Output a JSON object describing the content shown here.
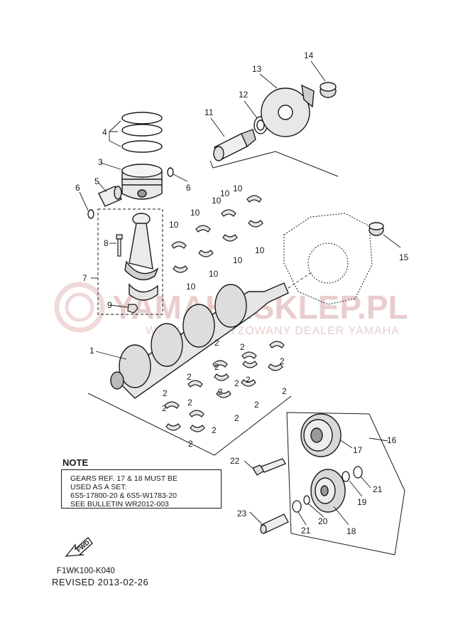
{
  "watermark": {
    "title": "YAMAHASKLEP.PL",
    "subtitle": "WWW. AUTORYZOWANY DEALER YAMAHA"
  },
  "callouts": [
    {
      "id": "c1",
      "label": "1"
    },
    {
      "id": "c2a",
      "label": "2"
    },
    {
      "id": "c2b",
      "label": "2"
    },
    {
      "id": "c2c",
      "label": "2"
    },
    {
      "id": "c2d",
      "label": "2"
    },
    {
      "id": "c2e",
      "label": "2"
    },
    {
      "id": "c2f",
      "label": "2"
    },
    {
      "id": "c2g",
      "label": "2"
    },
    {
      "id": "c2h",
      "label": "2"
    },
    {
      "id": "c2i",
      "label": "2"
    },
    {
      "id": "c2j",
      "label": "2"
    },
    {
      "id": "c2k",
      "label": "2"
    },
    {
      "id": "c2l",
      "label": "2"
    },
    {
      "id": "c2m",
      "label": "2"
    },
    {
      "id": "c2n",
      "label": "2"
    },
    {
      "id": "c2o",
      "label": "2"
    },
    {
      "id": "c2p",
      "label": "2"
    },
    {
      "id": "c3",
      "label": "3"
    },
    {
      "id": "c4",
      "label": "4"
    },
    {
      "id": "c5",
      "label": "5"
    },
    {
      "id": "c6a",
      "label": "6"
    },
    {
      "id": "c6b",
      "label": "6"
    },
    {
      "id": "c7",
      "label": "7"
    },
    {
      "id": "c8",
      "label": "8"
    },
    {
      "id": "c9",
      "label": "9"
    },
    {
      "id": "c10a",
      "label": "10"
    },
    {
      "id": "c10b",
      "label": "10"
    },
    {
      "id": "c10c",
      "label": "10"
    },
    {
      "id": "c10d",
      "label": "10"
    },
    {
      "id": "c10e",
      "label": "10"
    },
    {
      "id": "c10f",
      "label": "10"
    },
    {
      "id": "c10g",
      "label": "10"
    },
    {
      "id": "c10h",
      "label": "10"
    },
    {
      "id": "c10i",
      "label": "10"
    },
    {
      "id": "c11",
      "label": "11"
    },
    {
      "id": "c12",
      "label": "12"
    },
    {
      "id": "c13",
      "label": "13"
    },
    {
      "id": "c14",
      "label": "14"
    },
    {
      "id": "c15",
      "label": "15"
    },
    {
      "id": "c16",
      "label": "16"
    },
    {
      "id": "c17",
      "label": "17"
    },
    {
      "id": "c18",
      "label": "18"
    },
    {
      "id": "c19",
      "label": "19"
    },
    {
      "id": "c20",
      "label": "20"
    },
    {
      "id": "c21a",
      "label": "21"
    },
    {
      "id": "c21b",
      "label": "21"
    },
    {
      "id": "c22",
      "label": "22"
    },
    {
      "id": "c23",
      "label": "23"
    }
  ],
  "note": {
    "title": "NOTE",
    "lines": [
      "GEARS REF. 17 & 18 MUST BE",
      "USED AS A SET:",
      "6S5-17800-20 & 6S5-W1783-20",
      "SEE BULLETIN WR2012-003"
    ]
  },
  "fwd_label": "FWD",
  "footer": {
    "code": "F1WK100-K040",
    "revised": "REVISED 2013-02-26"
  },
  "colors": {
    "ink": "#1a1a1a",
    "watermark": "#d8a6a6",
    "part_fill": "#f2f2f2",
    "part_shade": "#9a9a9a"
  }
}
